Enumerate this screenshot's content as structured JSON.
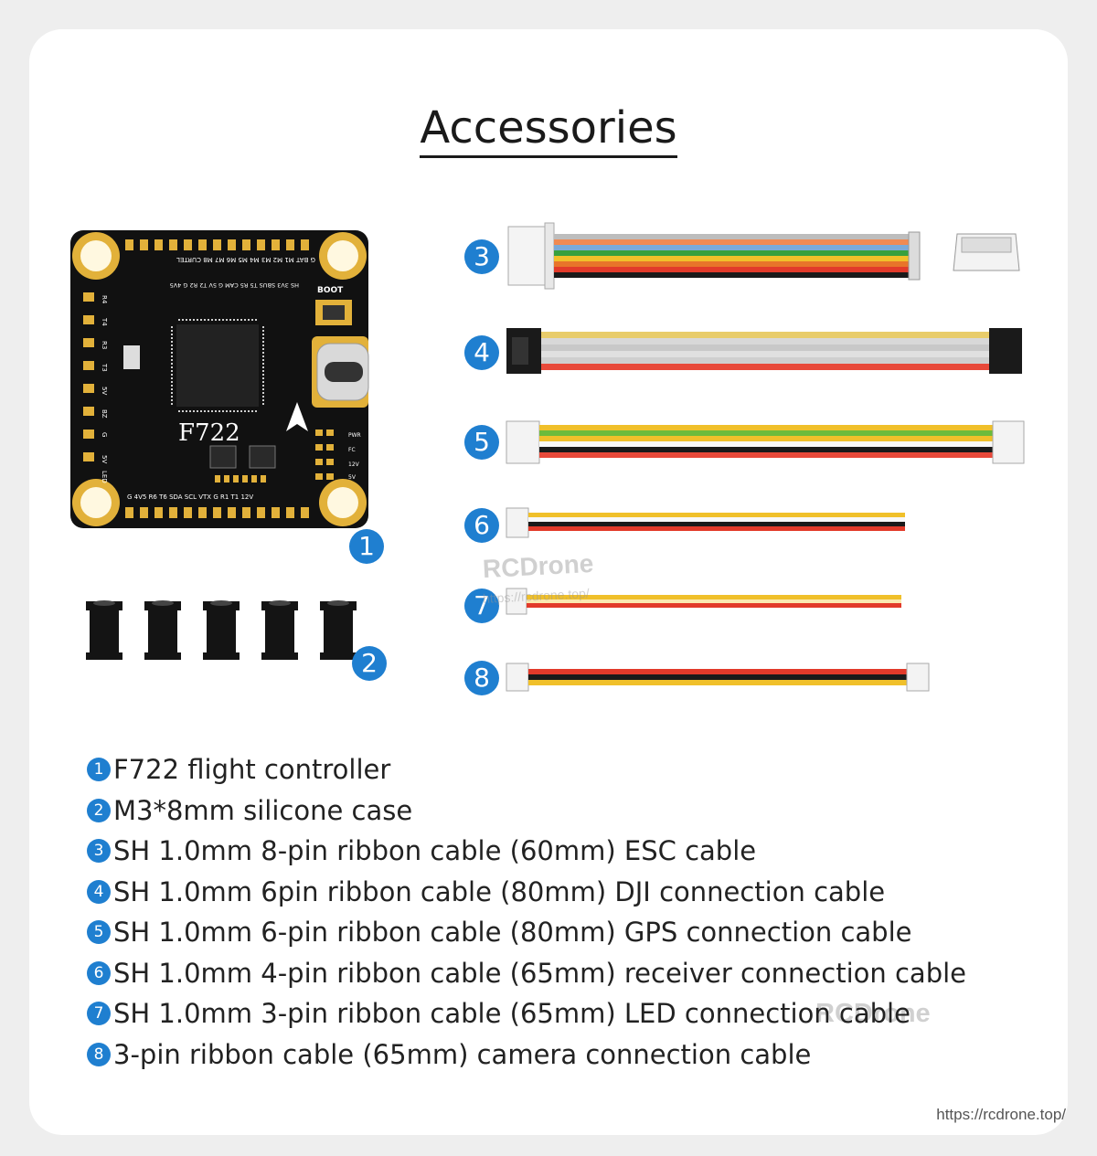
{
  "page": {
    "title": "Accessories",
    "url": "https://rcdrone.top/"
  },
  "watermarks": {
    "brand": "RCDrone",
    "url": "https://rcdrone.top/"
  },
  "board": {
    "model": "F722",
    "boot_label": "BOOT",
    "top_pins": "G BAT M1 M2 M3 M4 M5 M6 M7 M8 CURTEL",
    "second_row": "HS 3V3 SBUS T5 R5 CAM G 5V T2 R2 G 4V5",
    "bottom_pins": "G 4V5 R6 T6 SDA SCL VTX G R1 T1 12V",
    "left_pins": [
      "R4",
      "T4",
      "R3",
      "T3",
      "5V",
      "BZ",
      "G",
      "5V",
      "LED"
    ],
    "right_pins": [
      "PWR",
      "FC",
      "12V",
      "5V"
    ]
  },
  "badges": [
    "1",
    "2",
    "3",
    "4",
    "5",
    "6",
    "7",
    "8"
  ],
  "items": [
    {
      "num": "1",
      "text": "F722 flight controller"
    },
    {
      "num": "2",
      "text": "M3*8mm silicone case"
    },
    {
      "num": "3",
      "text": "SH 1.0mm 8-pin ribbon cable (60mm) ESC cable"
    },
    {
      "num": "4",
      "text": "SH 1.0mm 6pin ribbon cable (80mm) DJI connection cable"
    },
    {
      "num": "5",
      "text": "SH 1.0mm 6-pin ribbon cable (80mm) GPS connection cable"
    },
    {
      "num": "6",
      "text": "SH 1.0mm 4-pin ribbon cable (65mm) receiver connection cable"
    },
    {
      "num": "7",
      "text": "SH 1.0mm 3-pin ribbon cable (65mm) LED connection cable"
    },
    {
      "num": "8",
      "text": "3-pin ribbon cable (65mm) camera connection cable"
    }
  ],
  "colors": {
    "accent": "#1f7fd0",
    "pcb": "#111111",
    "pad": "#e2b13a"
  }
}
